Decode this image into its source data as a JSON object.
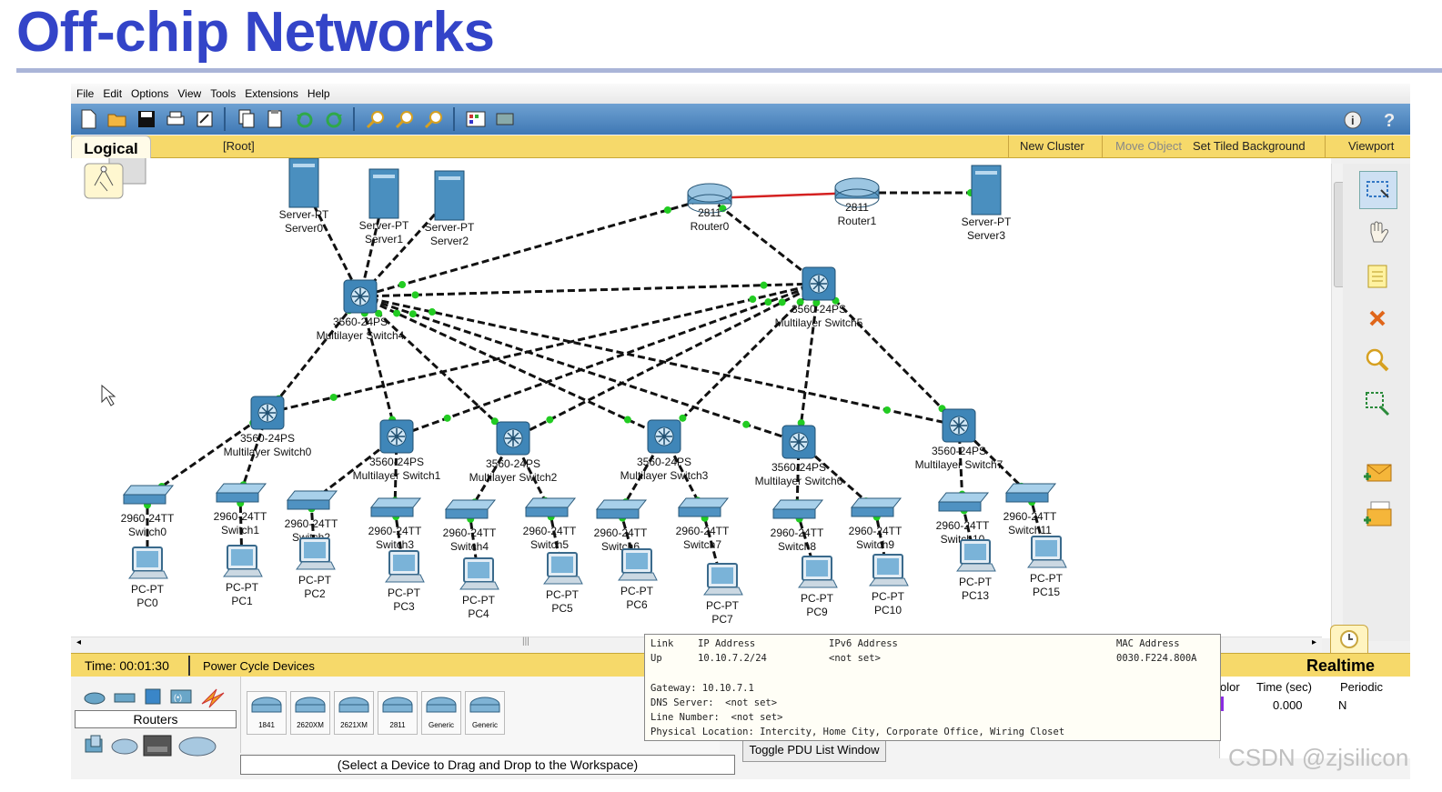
{
  "slide": {
    "title": "Off-chip Networks"
  },
  "menu": [
    "File",
    "Edit",
    "Options",
    "View",
    "Tools",
    "Extensions",
    "Help"
  ],
  "logical_bar": {
    "tab": "Logical",
    "root": "[Root]",
    "new_cluster": "New Cluster",
    "move_object": "Move Object",
    "set_tiled_background": "Set Tiled Background",
    "viewport": "Viewport"
  },
  "nodes": [
    {
      "id": "srv0",
      "kind": "server",
      "model": "Server-PT",
      "name": "Server0"
    },
    {
      "id": "srv1",
      "kind": "server",
      "model": "Server-PT",
      "name": "Server1"
    },
    {
      "id": "srv2",
      "kind": "server",
      "model": "Server-PT",
      "name": "Server2"
    },
    {
      "id": "r0",
      "kind": "router",
      "model": "2811",
      "name": "Router0"
    },
    {
      "id": "r1",
      "kind": "router",
      "model": "2811",
      "name": "Router1"
    },
    {
      "id": "srv3",
      "kind": "server",
      "model": "Server-PT",
      "name": "Server3"
    },
    {
      "id": "ms4",
      "kind": "mlswitch",
      "model": "3560-24PS",
      "name": "Multilayer Switch4"
    },
    {
      "id": "ms5",
      "kind": "mlswitch",
      "model": "3560-24PS",
      "name": "Multilayer Switch5"
    },
    {
      "id": "ms0",
      "kind": "mlswitch",
      "model": "3560-24PS",
      "name": "Multilayer Switch0"
    },
    {
      "id": "ms1",
      "kind": "mlswitch",
      "model": "3560-24PS",
      "name": "Multilayer Switch1"
    },
    {
      "id": "ms2",
      "kind": "mlswitch",
      "model": "3560-24PS",
      "name": "Multilayer Switch2"
    },
    {
      "id": "ms3",
      "kind": "mlswitch",
      "model": "3560-24PS",
      "name": "Multilayer Switch3"
    },
    {
      "id": "ms6",
      "kind": "mlswitch",
      "model": "3560-24PS",
      "name": "Multilayer Switch6"
    },
    {
      "id": "ms7",
      "kind": "mlswitch",
      "model": "3560-24PS",
      "name": "Multilayer Switch7"
    },
    {
      "id": "sw0",
      "kind": "switch",
      "model": "2960-24TT",
      "name": "Switch0"
    },
    {
      "id": "sw1",
      "kind": "switch",
      "model": "2960-24TT",
      "name": "Switch1"
    },
    {
      "id": "sw2",
      "kind": "switch",
      "model": "2960-24TT",
      "name": "Switch2"
    },
    {
      "id": "sw3",
      "kind": "switch",
      "model": "2960-24TT",
      "name": "Switch3"
    },
    {
      "id": "sw4",
      "kind": "switch",
      "model": "2960-24TT",
      "name": "Switch4"
    },
    {
      "id": "sw5",
      "kind": "switch",
      "model": "2960-24TT",
      "name": "Switch5"
    },
    {
      "id": "sw6",
      "kind": "switch",
      "model": "2960-24TT",
      "name": "Switch6"
    },
    {
      "id": "sw7",
      "kind": "switch",
      "model": "2960-24TT",
      "name": "Switch7"
    },
    {
      "id": "sw8",
      "kind": "switch",
      "model": "2960-24TT",
      "name": "Switch8"
    },
    {
      "id": "sw9",
      "kind": "switch",
      "model": "2960-24TT",
      "name": "Switch9"
    },
    {
      "id": "sw10",
      "kind": "switch",
      "model": "2960-24TT",
      "name": "Switch10"
    },
    {
      "id": "sw11",
      "kind": "switch",
      "model": "2960-24TT",
      "name": "Switch11"
    },
    {
      "id": "pc0",
      "kind": "pc",
      "model": "PC-PT",
      "name": "PC0"
    },
    {
      "id": "pc1",
      "kind": "pc",
      "model": "PC-PT",
      "name": "PC1"
    },
    {
      "id": "pc2",
      "kind": "pc",
      "model": "PC-PT",
      "name": "PC2"
    },
    {
      "id": "pc3",
      "kind": "pc",
      "model": "PC-PT",
      "name": "PC3"
    },
    {
      "id": "pc4",
      "kind": "pc",
      "model": "PC-PT",
      "name": "PC4"
    },
    {
      "id": "pc5",
      "kind": "pc",
      "model": "PC-PT",
      "name": "PC5"
    },
    {
      "id": "pc6",
      "kind": "pc",
      "model": "PC-PT",
      "name": "PC6"
    },
    {
      "id": "pc7",
      "kind": "pc",
      "model": "PC-PT",
      "name": "PC7"
    },
    {
      "id": "pc9",
      "kind": "pc",
      "model": "PC-PT",
      "name": "PC9"
    },
    {
      "id": "pc10",
      "kind": "pc",
      "model": "PC-PT",
      "name": "PC10"
    },
    {
      "id": "pc13",
      "kind": "pc",
      "model": "PC-PT",
      "name": "PC13"
    },
    {
      "id": "pc15",
      "kind": "pc",
      "model": "PC-PT",
      "name": "PC15"
    }
  ],
  "links": [
    {
      "a": "r0",
      "b": "r1",
      "type": "serial"
    },
    {
      "a": "r1",
      "b": "srv3",
      "type": "ethernet"
    },
    {
      "a": "srv0",
      "b": "ms4"
    },
    {
      "a": "srv1",
      "b": "ms4"
    },
    {
      "a": "srv2",
      "b": "ms4"
    },
    {
      "a": "r0",
      "b": "ms4"
    },
    {
      "a": "r0",
      "b": "ms5"
    },
    {
      "a": "ms4",
      "b": "ms5"
    },
    {
      "a": "ms4",
      "b": "ms0"
    },
    {
      "a": "ms4",
      "b": "ms1"
    },
    {
      "a": "ms4",
      "b": "ms2"
    },
    {
      "a": "ms4",
      "b": "ms3"
    },
    {
      "a": "ms4",
      "b": "ms6"
    },
    {
      "a": "ms4",
      "b": "ms7"
    },
    {
      "a": "ms5",
      "b": "ms0"
    },
    {
      "a": "ms5",
      "b": "ms1"
    },
    {
      "a": "ms5",
      "b": "ms2"
    },
    {
      "a": "ms5",
      "b": "ms3"
    },
    {
      "a": "ms5",
      "b": "ms6"
    },
    {
      "a": "ms5",
      "b": "ms7"
    },
    {
      "a": "ms0",
      "b": "sw0"
    },
    {
      "a": "ms0",
      "b": "sw1"
    },
    {
      "a": "ms1",
      "b": "sw2"
    },
    {
      "a": "ms1",
      "b": "sw3"
    },
    {
      "a": "ms2",
      "b": "sw4"
    },
    {
      "a": "ms2",
      "b": "sw5"
    },
    {
      "a": "ms3",
      "b": "sw6"
    },
    {
      "a": "ms3",
      "b": "sw7"
    },
    {
      "a": "ms6",
      "b": "sw8"
    },
    {
      "a": "ms6",
      "b": "sw9"
    },
    {
      "a": "ms7",
      "b": "sw10"
    },
    {
      "a": "ms7",
      "b": "sw11"
    },
    {
      "a": "sw0",
      "b": "pc0"
    },
    {
      "a": "sw1",
      "b": "pc1"
    },
    {
      "a": "sw2",
      "b": "pc2"
    },
    {
      "a": "sw3",
      "b": "pc3"
    },
    {
      "a": "sw4",
      "b": "pc4"
    },
    {
      "a": "sw5",
      "b": "pc5"
    },
    {
      "a": "sw6",
      "b": "pc6"
    },
    {
      "a": "sw7",
      "b": "pc7"
    },
    {
      "a": "sw8",
      "b": "pc9"
    },
    {
      "a": "sw9",
      "b": "pc10"
    },
    {
      "a": "sw10",
      "b": "pc13"
    },
    {
      "a": "sw11",
      "b": "pc15"
    }
  ],
  "tooltip": {
    "h_link": "Link",
    "h_ip": "IP Address",
    "h_ipv6": "IPv6 Address",
    "h_mac": "MAC Address",
    "link": "Up",
    "ip": "10.10.7.2/24",
    "ipv6": "<not set>",
    "mac": "0030.F224.800A",
    "gateway": "Gateway: 10.10.7.1",
    "dns": "DNS Server:  <not set>",
    "line_number": "Line Number:  <not set>",
    "location": "Physical Location: Intercity, Home City, Corporate Office, Wiring Closet"
  },
  "status": {
    "time": "Time: 00:01:30",
    "power_cycle": "Power Cycle Devices",
    "realtime": "Realtime"
  },
  "device_panel": {
    "category": "Routers",
    "models": [
      "1841",
      "2620XM",
      "2621XM",
      "2811",
      "Generic",
      "Generic"
    ],
    "hint": "(Select a Device to Drag and Drop to the Workspace)",
    "toggle_pdu": "Toggle PDU List Window"
  },
  "pdu_table": {
    "headers": [
      "olor",
      "Time (sec)",
      "Periodic"
    ],
    "row": [
      "",
      "0.000",
      "N"
    ]
  },
  "watermark": "CSDN @zjsilicon",
  "colors": {
    "title": "#3344c8",
    "accent_bar": "#f6d96a",
    "link": "#111111",
    "serial": "#d42020",
    "port_up": "#22cc22"
  }
}
